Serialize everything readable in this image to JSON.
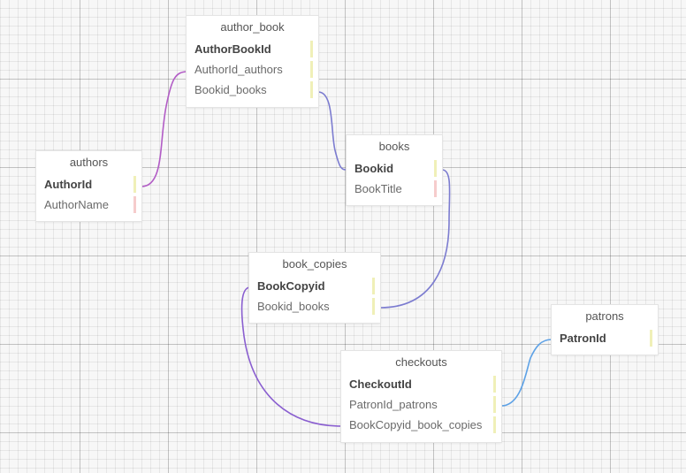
{
  "colors": {
    "key_bar": "#f0f0b8",
    "nonkey_bar": "#f6cccc",
    "link_authors": "#b25cc6",
    "link_books": "#7c7cd0",
    "link_book_copies": "#8a5fd0",
    "link_patrons": "#5ea2e6"
  },
  "tables": {
    "authors": {
      "name": "authors",
      "fields": [
        {
          "name": "AuthorId",
          "key": true
        },
        {
          "name": "AuthorName",
          "key": false
        }
      ]
    },
    "author_book": {
      "name": "author_book",
      "fields": [
        {
          "name": "AuthorBookId",
          "key": true
        },
        {
          "name": "AuthorId_authors",
          "key": true
        },
        {
          "name": "Bookid_books",
          "key": true
        }
      ]
    },
    "books": {
      "name": "books",
      "fields": [
        {
          "name": "Bookid",
          "key": true
        },
        {
          "name": "BookTitle",
          "key": false
        }
      ]
    },
    "book_copies": {
      "name": "book_copies",
      "fields": [
        {
          "name": "BookCopyid",
          "key": true
        },
        {
          "name": "Bookid_books",
          "key": true
        }
      ]
    },
    "checkouts": {
      "name": "checkouts",
      "fields": [
        {
          "name": "CheckoutId",
          "key": true
        },
        {
          "name": "PatronId_patrons",
          "key": true
        },
        {
          "name": "BookCopyid_book_copies",
          "key": true
        }
      ]
    },
    "patrons": {
      "name": "patrons",
      "fields": [
        {
          "name": "PatronId",
          "key": true
        }
      ]
    }
  },
  "relationships": [
    {
      "from": "authors.AuthorId",
      "to": "author_book.AuthorId_authors"
    },
    {
      "from": "author_book.Bookid_books",
      "to": "books.Bookid"
    },
    {
      "from": "books.Bookid",
      "to": "book_copies.Bookid_books"
    },
    {
      "from": "book_copies.BookCopyid",
      "to": "checkouts.BookCopyid_book_copies"
    },
    {
      "from": "checkouts.PatronId_patrons",
      "to": "patrons.PatronId"
    }
  ]
}
